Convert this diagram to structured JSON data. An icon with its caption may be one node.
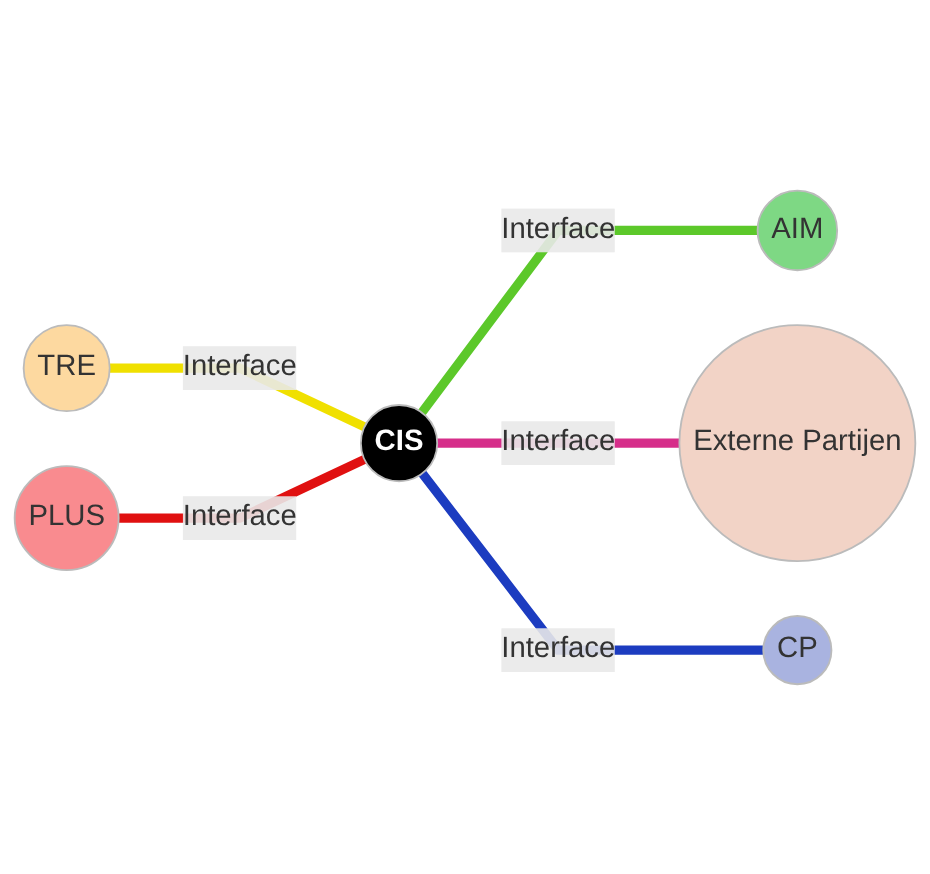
{
  "diagram": {
    "nodes": [
      {
        "text": [
          "TRE"
        ]
      },
      {
        "text": [
          "AIM"
        ]
      },
      {
        "text": [
          "CIS"
        ]
      },
      {
        "text": [
          "Externe Partijen"
        ]
      },
      {
        "text": [
          "PLUS"
        ]
      },
      {
        "text": [
          "CP"
        ]
      }
    ],
    "edges": [
      {
        "from": 0,
        "to": 2,
        "arrow": "none",
        "label": "Interface",
        "color": "#f0e000"
      },
      {
        "from": 2,
        "to": 1,
        "arrow": "none",
        "label": "Interface",
        "color": "#5cc82a"
      },
      {
        "from": 2,
        "to": 3,
        "arrow": "none",
        "label": "Interface",
        "color": "#d62e8a"
      },
      {
        "from": 4,
        "to": 2,
        "arrow": "none",
        "label": "Interface",
        "color": "#e01010"
      },
      {
        "from": 2,
        "to": 5,
        "arrow": "none",
        "label": "Interface",
        "color": "#1c3cc0"
      }
    ]
  }
}
